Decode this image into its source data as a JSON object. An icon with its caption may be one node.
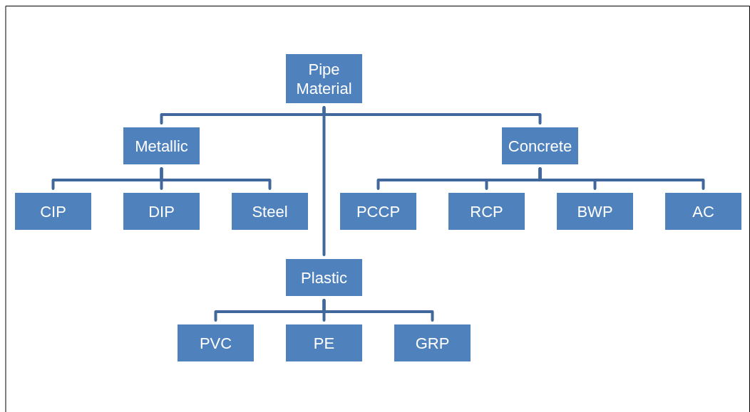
{
  "diagram": {
    "nodes": [
      {
        "text": [
          "Pipe Material"
        ]
      },
      {
        "text": [
          "Metallic"
        ]
      },
      {
        "text": [
          "Concrete"
        ]
      },
      {
        "text": [
          "CIP"
        ]
      },
      {
        "text": [
          "DIP"
        ]
      },
      {
        "text": [
          "Steel"
        ]
      },
      {
        "text": [
          "PCCP"
        ]
      },
      {
        "text": [
          "RCP"
        ]
      },
      {
        "text": [
          "BWP"
        ]
      },
      {
        "text": [
          "AC"
        ]
      },
      {
        "text": [
          "Plastic"
        ]
      },
      {
        "text": [
          "PVC"
        ]
      },
      {
        "text": [
          "PE"
        ]
      },
      {
        "text": [
          "GRP"
        ]
      }
    ],
    "edges": [
      {
        "from": 0,
        "to": 1,
        "arrow": "none"
      },
      {
        "from": 0,
        "to": 2,
        "arrow": "none"
      },
      {
        "from": 0,
        "to": 10,
        "arrow": "none"
      },
      {
        "from": 1,
        "to": 3,
        "arrow": "none"
      },
      {
        "from": 1,
        "to": 4,
        "arrow": "none"
      },
      {
        "from": 1,
        "to": 5,
        "arrow": "none"
      },
      {
        "from": 2,
        "to": 6,
        "arrow": "none"
      },
      {
        "from": 2,
        "to": 7,
        "arrow": "none"
      },
      {
        "from": 2,
        "to": 8,
        "arrow": "none"
      },
      {
        "from": 2,
        "to": 9,
        "arrow": "none"
      },
      {
        "from": 10,
        "to": 11,
        "arrow": "none"
      },
      {
        "from": 10,
        "to": 12,
        "arrow": "none"
      },
      {
        "from": 10,
        "to": 13,
        "arrow": "none"
      }
    ]
  }
}
